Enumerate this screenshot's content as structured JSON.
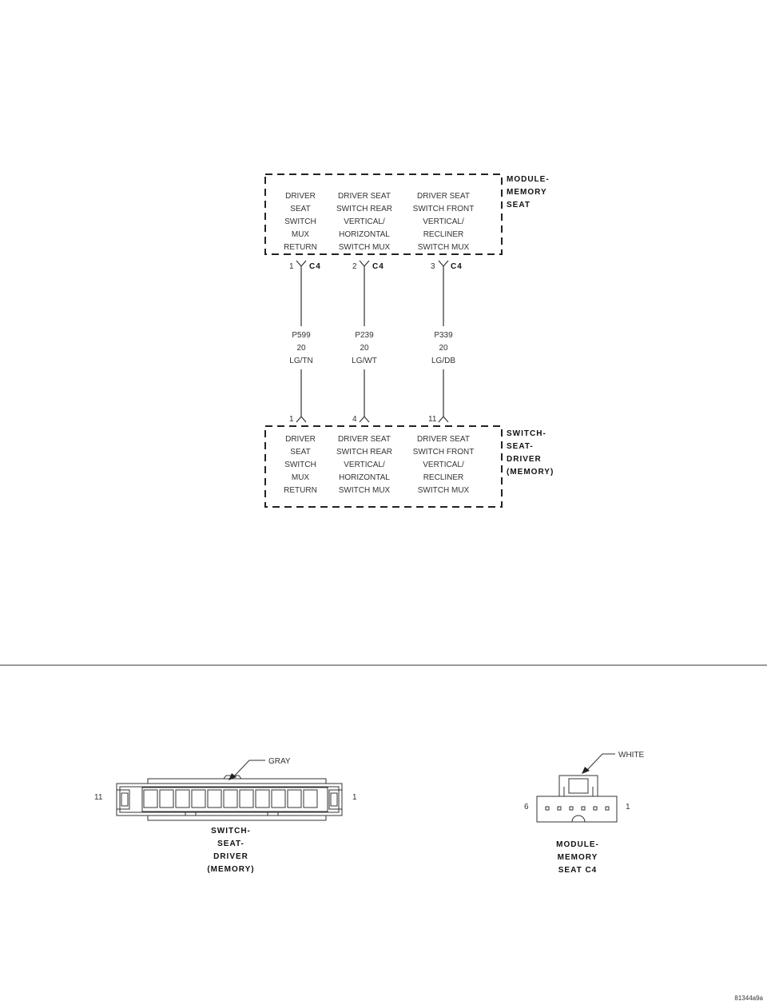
{
  "top_module": {
    "label_lines": [
      "MODULE-",
      "MEMORY",
      "SEAT"
    ],
    "circuits": [
      [
        "DRIVER",
        "SEAT",
        "SWITCH",
        "MUX",
        "RETURN"
      ],
      [
        "DRIVER SEAT",
        "SWITCH REAR",
        "VERTICAL/",
        "HORIZONTAL",
        "SWITCH MUX"
      ],
      [
        "DRIVER SEAT",
        "SWITCH FRONT",
        "VERTICAL/",
        "RECLINER",
        "SWITCH MUX"
      ]
    ],
    "pins": [
      "1",
      "2",
      "3"
    ],
    "connector": "C4"
  },
  "wires": [
    {
      "circuit": "P599",
      "gauge": "20",
      "color": "LG/TN"
    },
    {
      "circuit": "P239",
      "gauge": "20",
      "color": "LG/WT"
    },
    {
      "circuit": "P339",
      "gauge": "20",
      "color": "LG/DB"
    }
  ],
  "bottom_module": {
    "label_lines": [
      "SWITCH-",
      "SEAT-",
      "DRIVER",
      "(MEMORY)"
    ],
    "pins": [
      "1",
      "4",
      "11"
    ],
    "circuits": [
      [
        "DRIVER",
        "SEAT",
        "SWITCH",
        "MUX",
        "RETURN"
      ],
      [
        "DRIVER SEAT",
        "SWITCH REAR",
        "VERTICAL/",
        "HORIZONTAL",
        "SWITCH MUX"
      ],
      [
        "DRIVER SEAT",
        "SWITCH FRONT",
        "VERTICAL/",
        "RECLINER",
        "SWITCH MUX"
      ]
    ]
  },
  "connector_left": {
    "callout": "GRAY",
    "pin_left": "11",
    "pin_right": "1",
    "label_lines": [
      "SWITCH-",
      "SEAT-",
      "DRIVER",
      "(MEMORY)"
    ]
  },
  "connector_right": {
    "callout": "WHITE",
    "pin_left": "6",
    "pin_right": "1",
    "label_lines": [
      "MODULE-",
      "MEMORY",
      "SEAT C4"
    ]
  },
  "figure_id": "81344a9a"
}
